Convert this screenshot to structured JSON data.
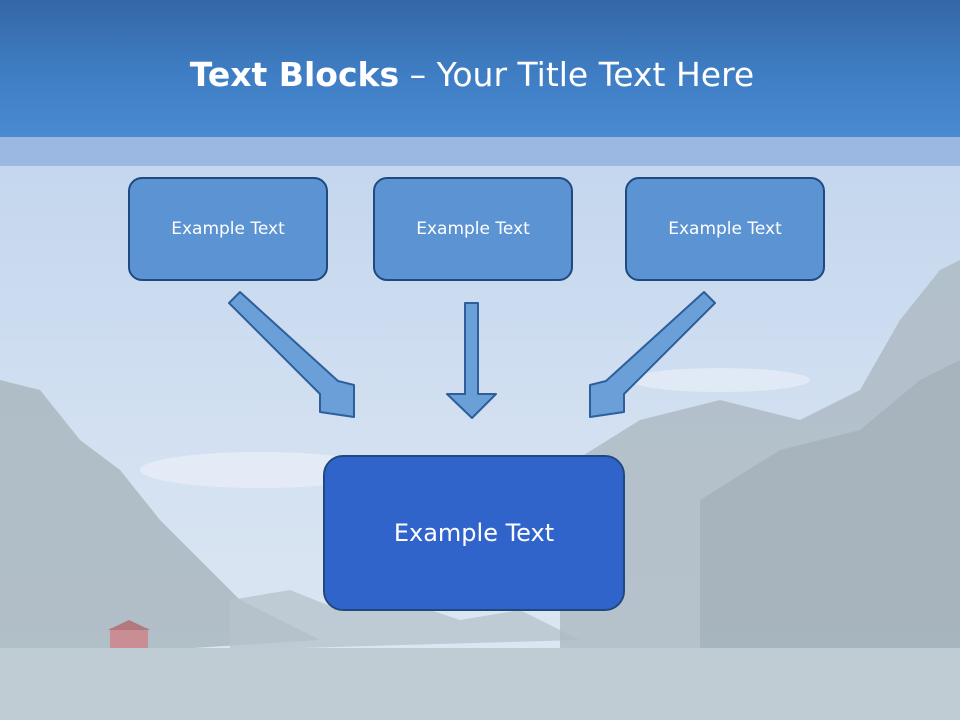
{
  "slide": {
    "title_bold": "Text Blocks",
    "title_sep": " – ",
    "title_rest": "Your Title Text Here"
  },
  "diagram": {
    "input_boxes": [
      {
        "label": "Example Text"
      },
      {
        "label": "Example Text"
      },
      {
        "label": "Example Text"
      }
    ],
    "output_box": {
      "label": "Example Text"
    }
  },
  "colors": {
    "header": "#3f7ec4",
    "input_fill": "#5c93d3",
    "output_fill": "#3164cb",
    "border": "#1f4a80",
    "arrow_fill": "#6a9fd8",
    "arrow_stroke": "#2e5f9c"
  },
  "icons": [
    "arrow-down-right-icon",
    "arrow-down-icon",
    "arrow-down-left-icon"
  ]
}
